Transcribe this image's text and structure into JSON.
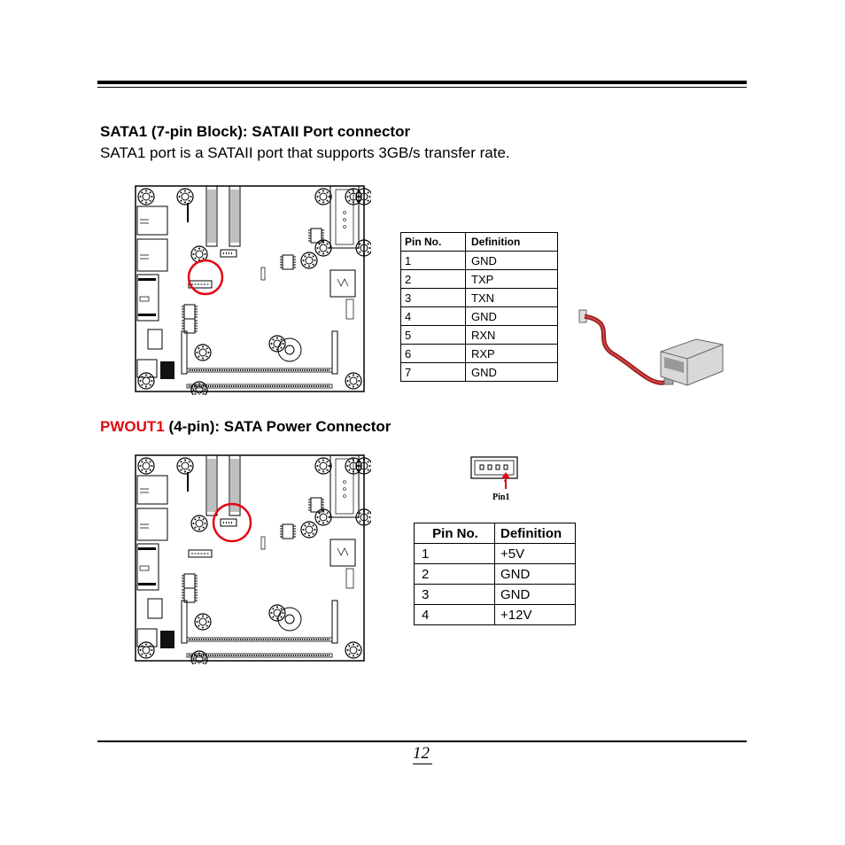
{
  "sata1": {
    "heading": "SATA1 (7-pin Block): SATAII Port connector",
    "description": "SATA1 port is a SATAII port that supports 3GB/s transfer rate.",
    "table": {
      "headers": [
        "Pin No.",
        "Definition"
      ],
      "rows": [
        [
          "1",
          "GND"
        ],
        [
          "2",
          "TXP"
        ],
        [
          "3",
          "TXN"
        ],
        [
          "4",
          "GND"
        ],
        [
          "5",
          "RXN"
        ],
        [
          "6",
          "RXP"
        ],
        [
          "7",
          "GND"
        ]
      ]
    }
  },
  "pwout1": {
    "heading_red": "PWOUT1",
    "heading_rest": " (4-pin): SATA Power Connector",
    "pin_label": "Pin1",
    "table": {
      "headers": [
        "Pin No.",
        "Definition"
      ],
      "rows": [
        [
          "1",
          "+5V"
        ],
        [
          "2",
          "GND"
        ],
        [
          "3",
          "GND"
        ],
        [
          "4",
          "+12V"
        ]
      ]
    }
  },
  "page_number": "12",
  "colors": {
    "highlight": "#e30613",
    "text": "#000000"
  }
}
